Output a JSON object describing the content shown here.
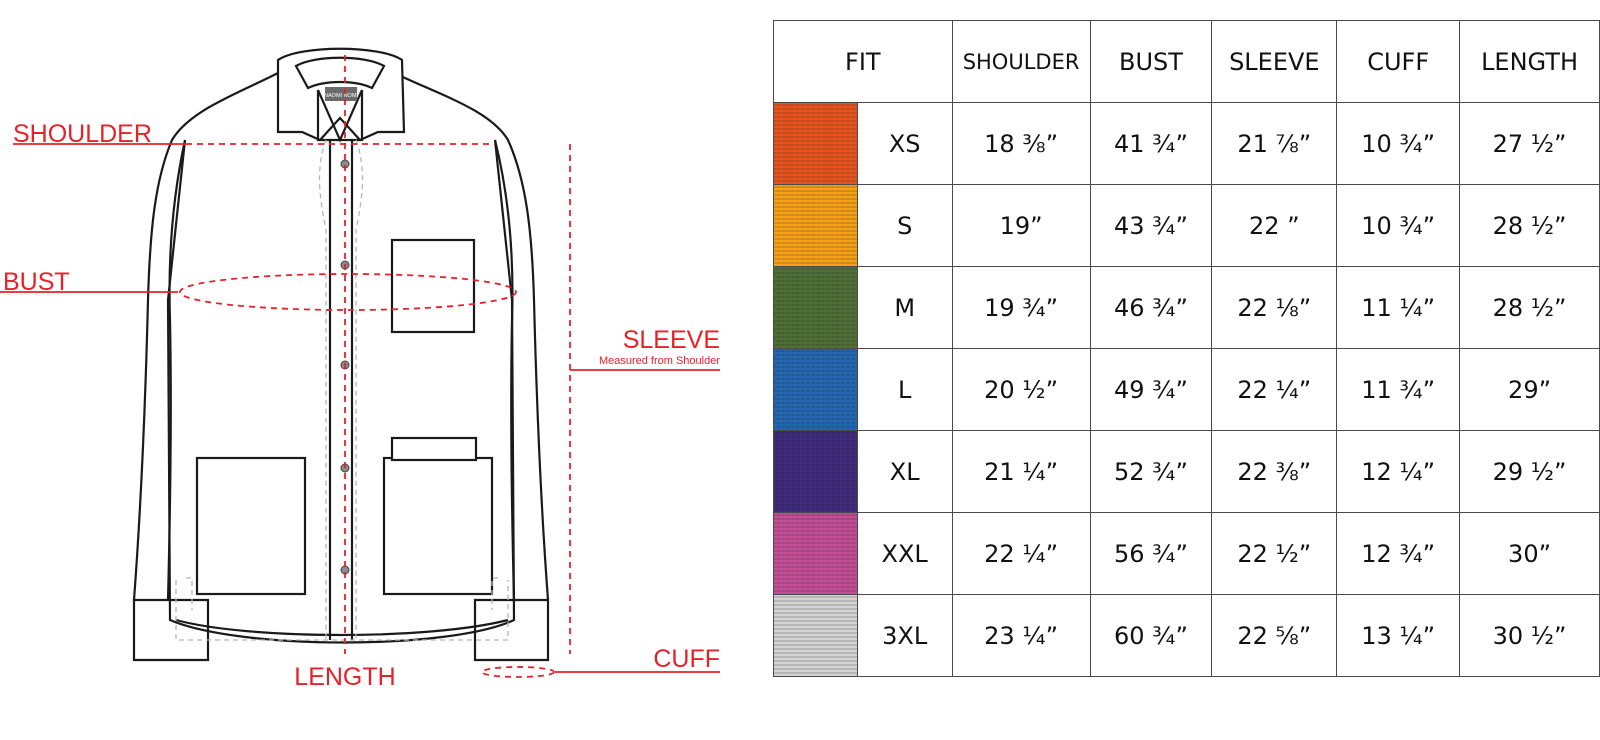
{
  "diagram": {
    "brand_tag": "NAOMI NOMI",
    "labels": {
      "shoulder": "SHOULDER",
      "bust": "BUST",
      "sleeve": "SLEEVE",
      "sleeve_note": "Measured from Shoulder",
      "length": "LENGTH",
      "cuff": "CUFF"
    },
    "accent_color": "#e8202a"
  },
  "table": {
    "headers": {
      "fit": "FIT",
      "shoulder": "SHOULDER",
      "bust": "BUST",
      "sleeve": "SLEEVE",
      "cuff": "CUFF",
      "length": "LENGTH"
    },
    "rows": [
      {
        "size": "XS",
        "color": "#e8531d",
        "shoulder": "18 ⅜”",
        "bust": "41 ¾”",
        "sleeve": "21 ⅞”",
        "cuff": "10 ¾”",
        "length": "27 ½”"
      },
      {
        "size": "S",
        "color": "#f5a118",
        "shoulder": "19”",
        "bust": "43 ¾”",
        "sleeve": "22 ”",
        "cuff": "10 ¾”",
        "length": "28 ½”"
      },
      {
        "size": "M",
        "color": "#4e6f35",
        "shoulder": "19 ¾”",
        "bust": "46 ¾”",
        "sleeve": "22 ⅛”",
        "cuff": "11 ¼”",
        "length": "28 ½”"
      },
      {
        "size": "L",
        "color": "#2467b0",
        "shoulder": "20 ½”",
        "bust": "49 ¾”",
        "sleeve": "22 ¼”",
        "cuff": "11 ¾”",
        "length": "29”"
      },
      {
        "size": "XL",
        "color": "#3f2b7d",
        "shoulder": "21 ¼”",
        "bust": "52 ¾”",
        "sleeve": "22 ⅜”",
        "cuff": "12 ¼”",
        "length": "29 ½”"
      },
      {
        "size": "XXL",
        "color": "#c24f95",
        "shoulder": "22 ¼”",
        "bust": "56 ¾”",
        "sleeve": "22 ½”",
        "cuff": "12 ¾”",
        "length": "30”"
      },
      {
        "size": "3XL",
        "color": "#d3d3d3",
        "shoulder": "23 ¼”",
        "bust": "60 ¾”",
        "sleeve": "22 ⅝”",
        "cuff": "13 ¼”",
        "length": "30 ½”"
      }
    ]
  }
}
